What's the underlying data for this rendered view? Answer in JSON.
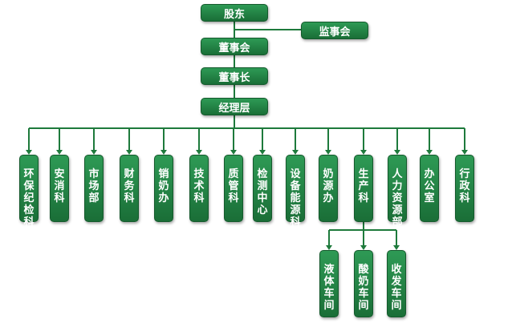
{
  "nodes": {
    "shareholders": "股东",
    "supervisors": "监事会",
    "board": "董事会",
    "chairman": "董事长",
    "manager": "经理层"
  },
  "departments": [
    {
      "id": "env",
      "label": "环保纪检科"
    },
    {
      "id": "safety",
      "label": "安消科"
    },
    {
      "id": "market",
      "label": "市场部"
    },
    {
      "id": "finance",
      "label": "财务科"
    },
    {
      "id": "milk-sales",
      "label": "销奶办"
    },
    {
      "id": "tech",
      "label": "技术科"
    },
    {
      "id": "quality",
      "label": "质管科"
    },
    {
      "id": "testing",
      "label": "检测中心"
    },
    {
      "id": "energy",
      "label": "设备能源科"
    },
    {
      "id": "milk-source",
      "label": "奶源办"
    },
    {
      "id": "production",
      "label": "生产科"
    },
    {
      "id": "hr",
      "label": "人力资源部"
    },
    {
      "id": "office",
      "label": "办公室"
    },
    {
      "id": "admin",
      "label": "行政科"
    }
  ],
  "workshops": [
    {
      "id": "liquid",
      "label": "液体车间"
    },
    {
      "id": "yogurt",
      "label": "酸奶车间"
    },
    {
      "id": "receiving",
      "label": "收发车间"
    }
  ],
  "colors": {
    "box": "#1f7a3f",
    "line": "#1e7a3c"
  }
}
